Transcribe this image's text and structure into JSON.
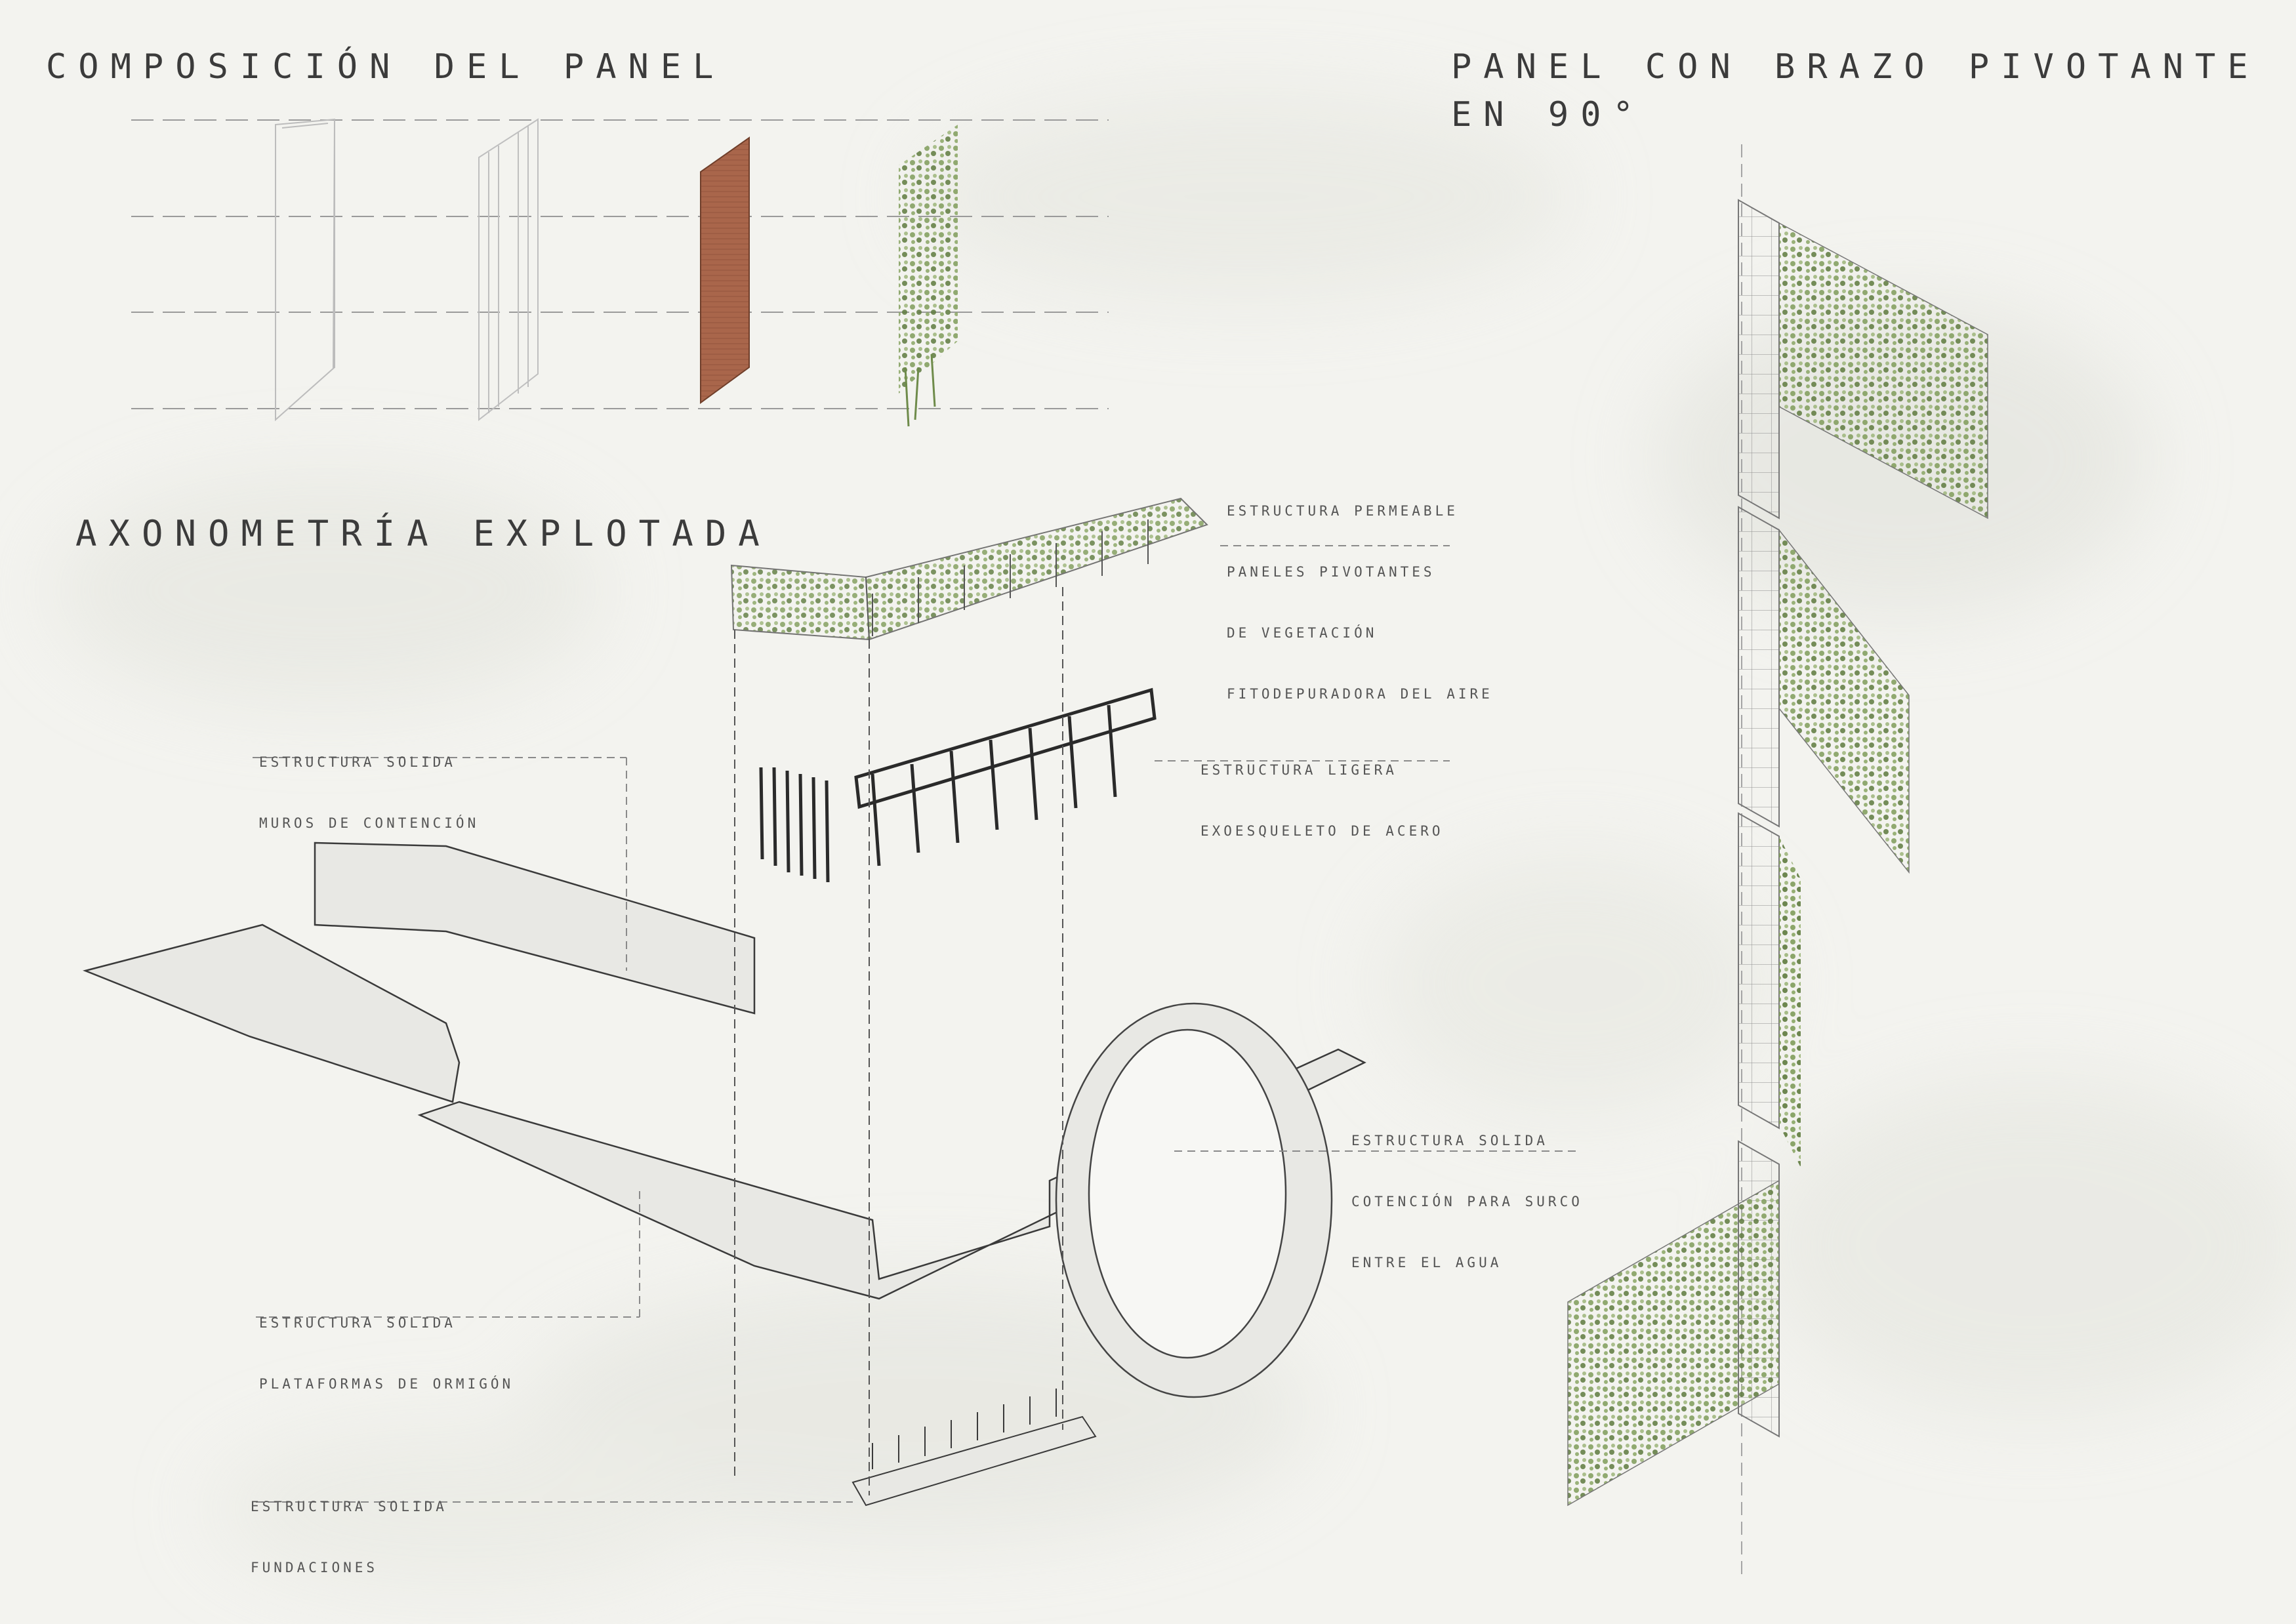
{
  "titles": {
    "composition": "COMPOSICIÓN DEL PANEL",
    "pivot_line1": "PANEL CON BRAZO PIVOTANTE",
    "pivot_line2": "EN 90°",
    "axonometry": "AXONOMETRÍA EXPLOTADA"
  },
  "labels": {
    "permeable": [
      "ESTRUCTURA PERMEABLE",
      "PANELES PIVOTANTES",
      "DE VEGETACIÓN",
      "FITODEPURADORA DEL AIRE"
    ],
    "retaining": [
      "ESTRUCTURA SOLIDA",
      "MUROS DE CONTENCIÓN"
    ],
    "light": [
      "ESTRUCTURA LIGERA",
      "EXOESQUELETO DE ACERO"
    ],
    "water": [
      "ESTRUCTURA SOLIDA",
      "COTENCIÓN PARA SURCO",
      "ENTRE EL AGUA"
    ],
    "platforms": [
      "ESTRUCTURA SOLIDA",
      "PLATAFORMAS DE ORMIGÓN"
    ],
    "foundations": [
      "ESTRUCTURA SOLIDA",
      "FUNDACIONES"
    ]
  },
  "colors": {
    "background": "#f3f3ef",
    "ink": "#2e2e2e",
    "line": "#8a8a8a",
    "vegetation": "#7f9c5a",
    "vegetation_dark": "#5e7a3e",
    "brick": "#a9664b",
    "concrete": "#e8e8e4"
  }
}
